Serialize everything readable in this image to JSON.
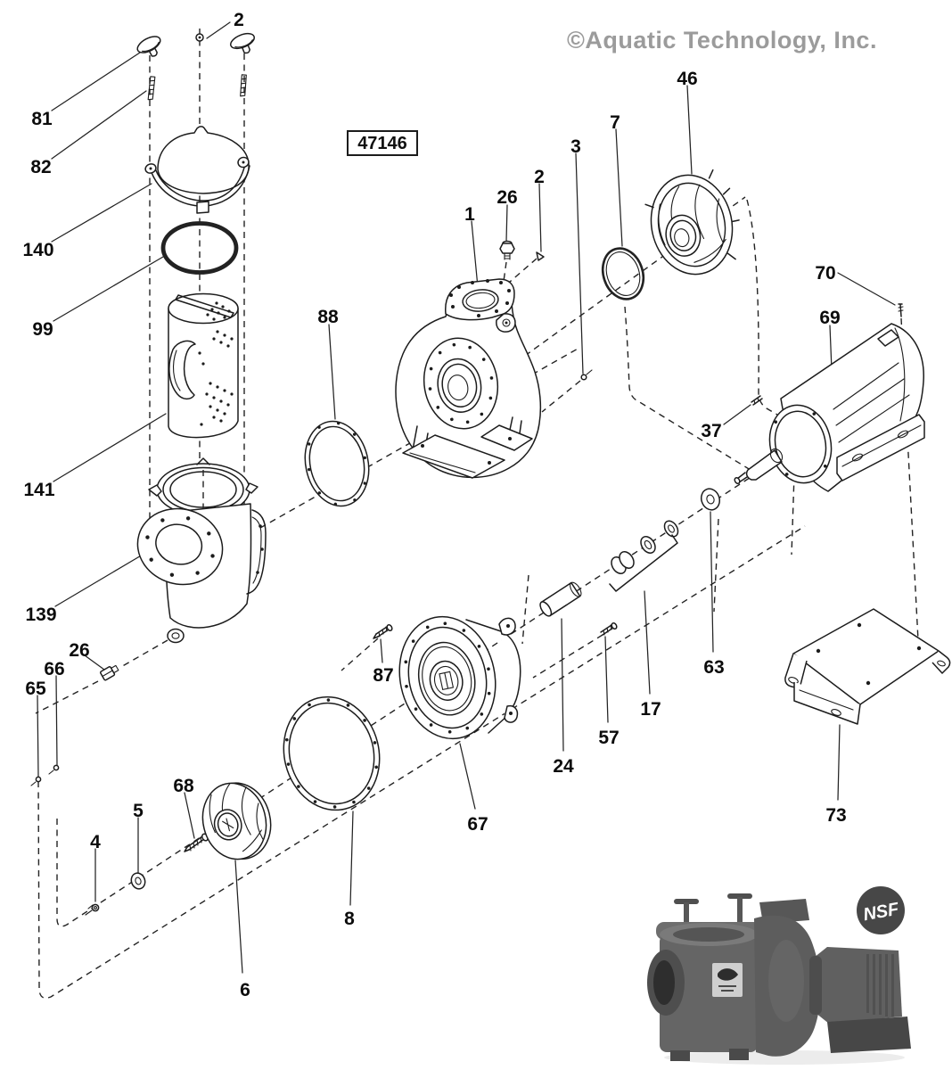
{
  "watermark": "©Aquatic Technology, Inc.",
  "part_number_box": "47146",
  "photo": {
    "badge": "NSF"
  },
  "callouts": {
    "p2a": "2",
    "p81": "81",
    "p82": "82",
    "p140": "140",
    "p99": "99",
    "p141": "141",
    "p139": "139",
    "p26a": "26",
    "p66": "66",
    "p65": "65",
    "p68": "68",
    "p5": "5",
    "p4": "4",
    "p6": "6",
    "p8": "8",
    "p88": "88",
    "p1": "1",
    "p26b": "26",
    "p2b": "2",
    "p3": "3",
    "p7": "7",
    "p46": "46",
    "p70": "70",
    "p69": "69",
    "p37": "37",
    "p87": "87",
    "p67": "67",
    "p24": "24",
    "p57": "57",
    "p17": "17",
    "p63": "63",
    "p73": "73"
  }
}
